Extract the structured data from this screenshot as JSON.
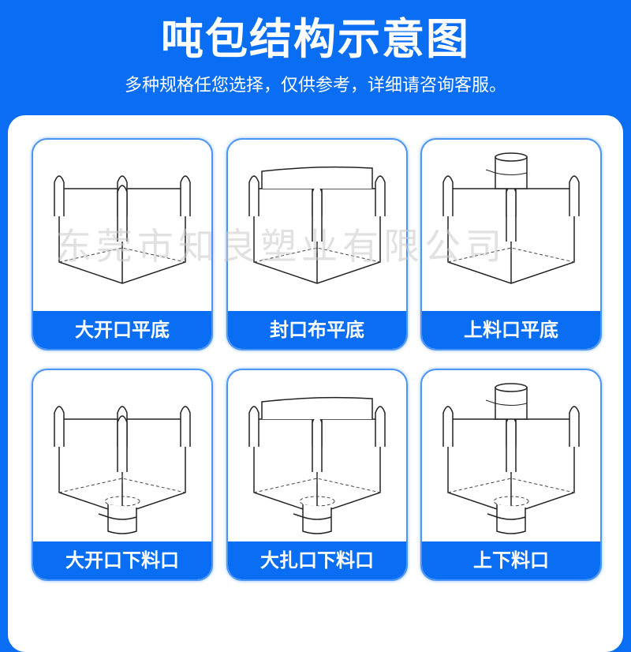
{
  "header": {
    "title": "吨包结构示意图",
    "subtitle": "多种规格任您选择，仅供参考，详细请咨询客服。"
  },
  "cards": [
    {
      "label": "大开口平底",
      "top": "open",
      "bottom": "flat"
    },
    {
      "label": "封口布平底",
      "top": "skirt",
      "bottom": "flat"
    },
    {
      "label": "上料口平底",
      "top": "spout",
      "bottom": "flat"
    },
    {
      "label": "大开口下料口",
      "top": "open",
      "bottom": "spout"
    },
    {
      "label": "大扎口下料口",
      "top": "skirt",
      "bottom": "spout"
    },
    {
      "label": "上下料口",
      "top": "spout",
      "bottom": "spout"
    }
  ],
  "watermark": "东莞市知良塑业有限公司",
  "colors": {
    "brand": "#0a6ef5"
  }
}
